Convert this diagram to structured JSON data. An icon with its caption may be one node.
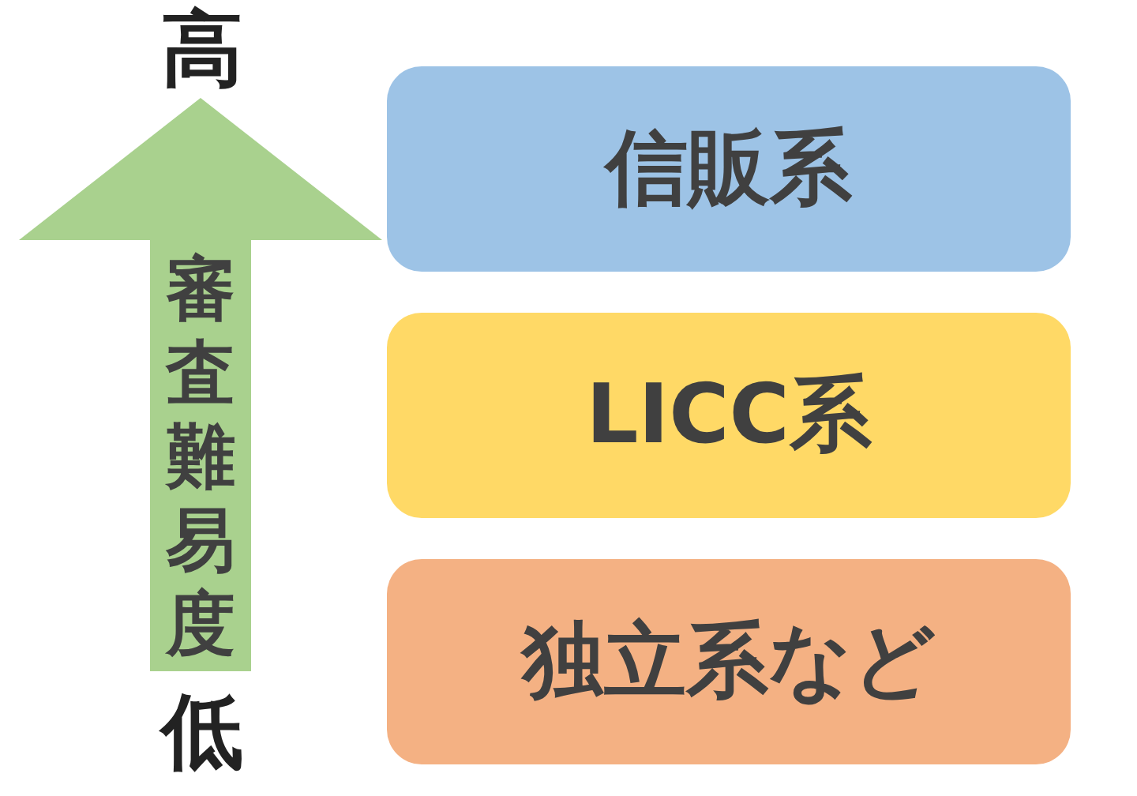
{
  "diagram": {
    "nodes": [
      {
        "text": [
          "審査難易度"
        ]
      },
      {
        "text": [
          "信販系"
        ]
      },
      {
        "text": [
          "LICC系"
        ]
      },
      {
        "text": [
          "独立系など"
        ]
      }
    ],
    "labels": [
      "高",
      "低"
    ]
  }
}
